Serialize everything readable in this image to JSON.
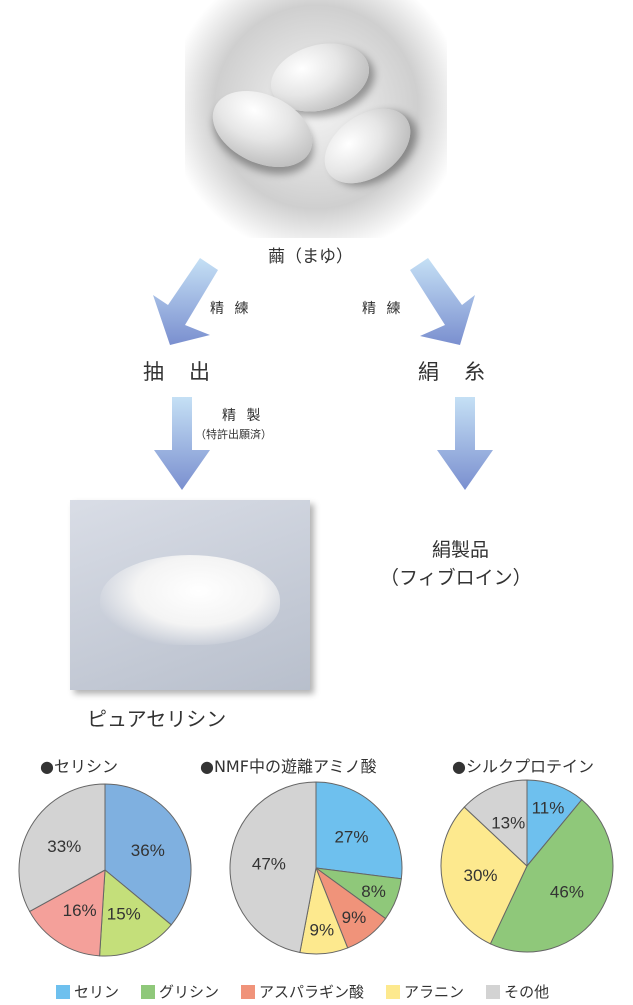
{
  "top": {
    "cocoon_label": "繭（まゆ）",
    "left_process": "精 練",
    "right_process": "精 練",
    "left_result": "抽　出",
    "right_result": "絹　糸",
    "refine_label": "精 製",
    "refine_note": "（特許出願済）",
    "silk_product": "絹製品",
    "silk_product_note": "（フィブロイン）",
    "pure_sericin": "ピュアセリシン"
  },
  "colors": {
    "serine": "#6ec0ee",
    "glycine": "#8fc87a",
    "asparagine": "#f0937a",
    "alanine": "#fde98e",
    "other": "#d3d3d3",
    "arrow_light": "#c5e0f5",
    "arrow_dark": "#7a8fcf"
  },
  "chart_data": [
    {
      "type": "pie",
      "title": "●セリシン",
      "slices": [
        {
          "label": "セリン",
          "value": 36,
          "text": "36%",
          "color": "#7fb0e0"
        },
        {
          "label": "グリシン",
          "value": 15,
          "text": "15%",
          "color": "#c4df7a"
        },
        {
          "label": "アスパラギン酸",
          "value": 16,
          "text": "16%",
          "color": "#f4a09a"
        },
        {
          "label": "その他",
          "value": 33,
          "text": "33%",
          "color": "#d3d3d3"
        }
      ]
    },
    {
      "type": "pie",
      "title": "●NMF中の遊離アミノ酸",
      "slices": [
        {
          "label": "セリン",
          "value": 27,
          "text": "27%",
          "color": "#6ec0ee"
        },
        {
          "label": "グリシン",
          "value": 8,
          "text": "8%",
          "color": "#8fc87a"
        },
        {
          "label": "アスパラギン酸",
          "value": 9,
          "text": "9%",
          "color": "#f0937a"
        },
        {
          "label": "アラニン",
          "value": 9,
          "text": "9%",
          "color": "#fde98e"
        },
        {
          "label": "その他",
          "value": 47,
          "text": "47%",
          "color": "#d3d3d3"
        }
      ]
    },
    {
      "type": "pie",
      "title": "●シルクプロテイン",
      "slices": [
        {
          "label": "セリン",
          "value": 11,
          "text": "11%",
          "color": "#6ec0ee"
        },
        {
          "label": "グリシン",
          "value": 46,
          "text": "46%",
          "color": "#8fc87a"
        },
        {
          "label": "アラニン",
          "value": 30,
          "text": "30%",
          "color": "#fde98e"
        },
        {
          "label": "その他",
          "value": 13,
          "text": "13%",
          "color": "#d3d3d3"
        }
      ]
    }
  ],
  "legend": [
    {
      "label": "セリン",
      "color": "#6ec0ee"
    },
    {
      "label": "グリシン",
      "color": "#8fc87a"
    },
    {
      "label": "アスパラギン酸",
      "color": "#f0937a"
    },
    {
      "label": "アラニン",
      "color": "#fde98e"
    },
    {
      "label": "その他",
      "color": "#d3d3d3"
    }
  ]
}
